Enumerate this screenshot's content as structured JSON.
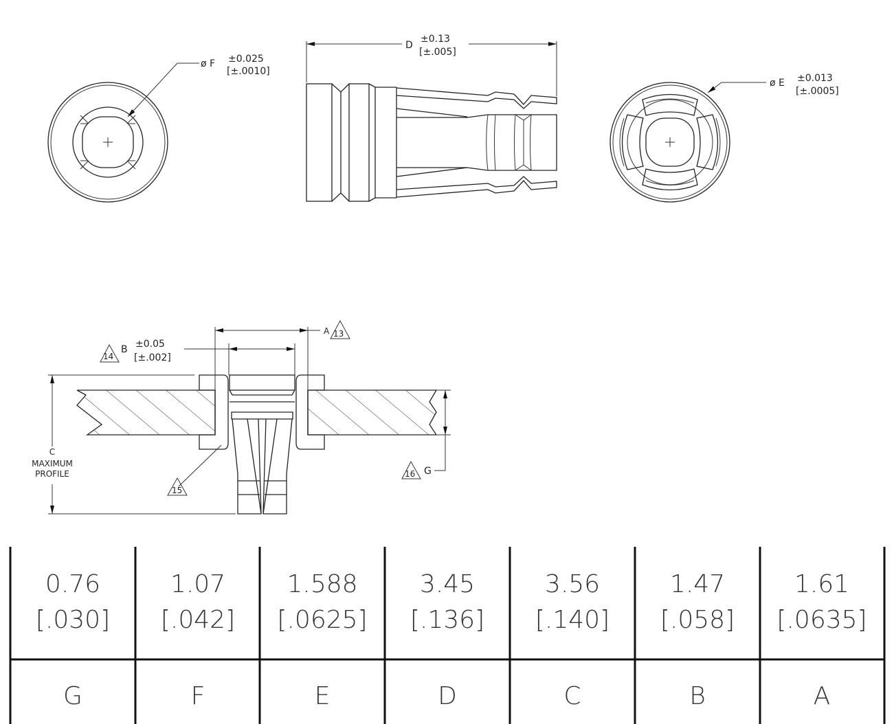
{
  "views": {
    "end_view_left": {
      "dim_label": "ø F",
      "tol_mm": "±0.025",
      "tol_in": "[±.0010]"
    },
    "side_view": {
      "dim_label": "D",
      "tol_mm": "±0.13",
      "tol_in": "[±.005]"
    },
    "end_view_right": {
      "dim_label": "ø E",
      "tol_mm": "±0.013",
      "tol_in": "[±.0005]"
    },
    "section_view": {
      "dim_a": "A",
      "note_a": "13",
      "dim_b": "B",
      "note_b": "14",
      "tol_b_mm": "±0.05",
      "tol_b_in": "[±.002]",
      "dim_c": "C",
      "c_line1": "MAXIMUM",
      "c_line2": "PROFILE",
      "note_15": "15",
      "dim_g": "G",
      "note_g": "16"
    }
  },
  "table": {
    "values": [
      {
        "mm": "0.76",
        "in": "[.030]",
        "label": "G"
      },
      {
        "mm": "1.07",
        "in": "[.042]",
        "label": "F"
      },
      {
        "mm": "1.588",
        "in": "[.0625]",
        "label": "E"
      },
      {
        "mm": "3.45",
        "in": "[.136]",
        "label": "D"
      },
      {
        "mm": "3.56",
        "in": "[.140]",
        "label": "C"
      },
      {
        "mm": "1.47",
        "in": "[.058]",
        "label": "B"
      },
      {
        "mm": "1.61",
        "in": "[.0635]",
        "label": "A"
      }
    ]
  }
}
